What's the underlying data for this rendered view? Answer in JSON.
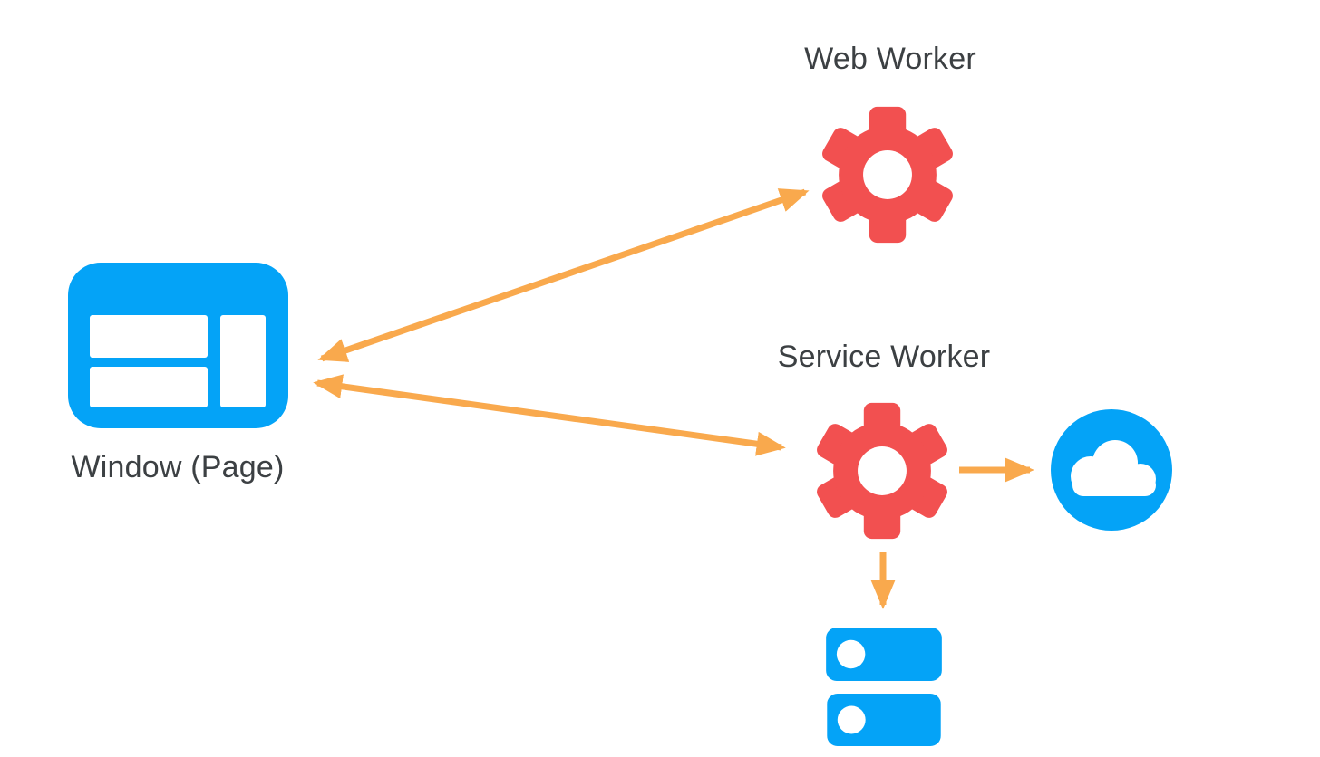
{
  "title": "Window, Web Worker and Service Worker diagram",
  "colors": {
    "blue": "#04A3F7",
    "red": "#F25050",
    "orange": "#F9A94D",
    "text": "#3C4043",
    "white": "#ffffff",
    "background": "#ffffff"
  },
  "nodes": {
    "window": {
      "label": "Window (Page)",
      "icon": "browser-window-icon",
      "color_key": "blue"
    },
    "web_worker": {
      "label": "Web Worker",
      "icon": "gear-icon",
      "color_key": "red"
    },
    "service_worker": {
      "label": "Service Worker",
      "icon": "gear-icon",
      "color_key": "red"
    },
    "cloud": {
      "label": "",
      "icon": "cloud-icon",
      "color_key": "blue"
    },
    "storage": {
      "label": "",
      "icon": "database-icon",
      "color_key": "blue"
    }
  },
  "edges": [
    {
      "from": "window",
      "to": "web_worker",
      "bidirectional": true
    },
    {
      "from": "window",
      "to": "service_worker",
      "bidirectional": true
    },
    {
      "from": "service_worker",
      "to": "cloud",
      "bidirectional": false
    },
    {
      "from": "service_worker",
      "to": "storage",
      "bidirectional": false
    }
  ]
}
